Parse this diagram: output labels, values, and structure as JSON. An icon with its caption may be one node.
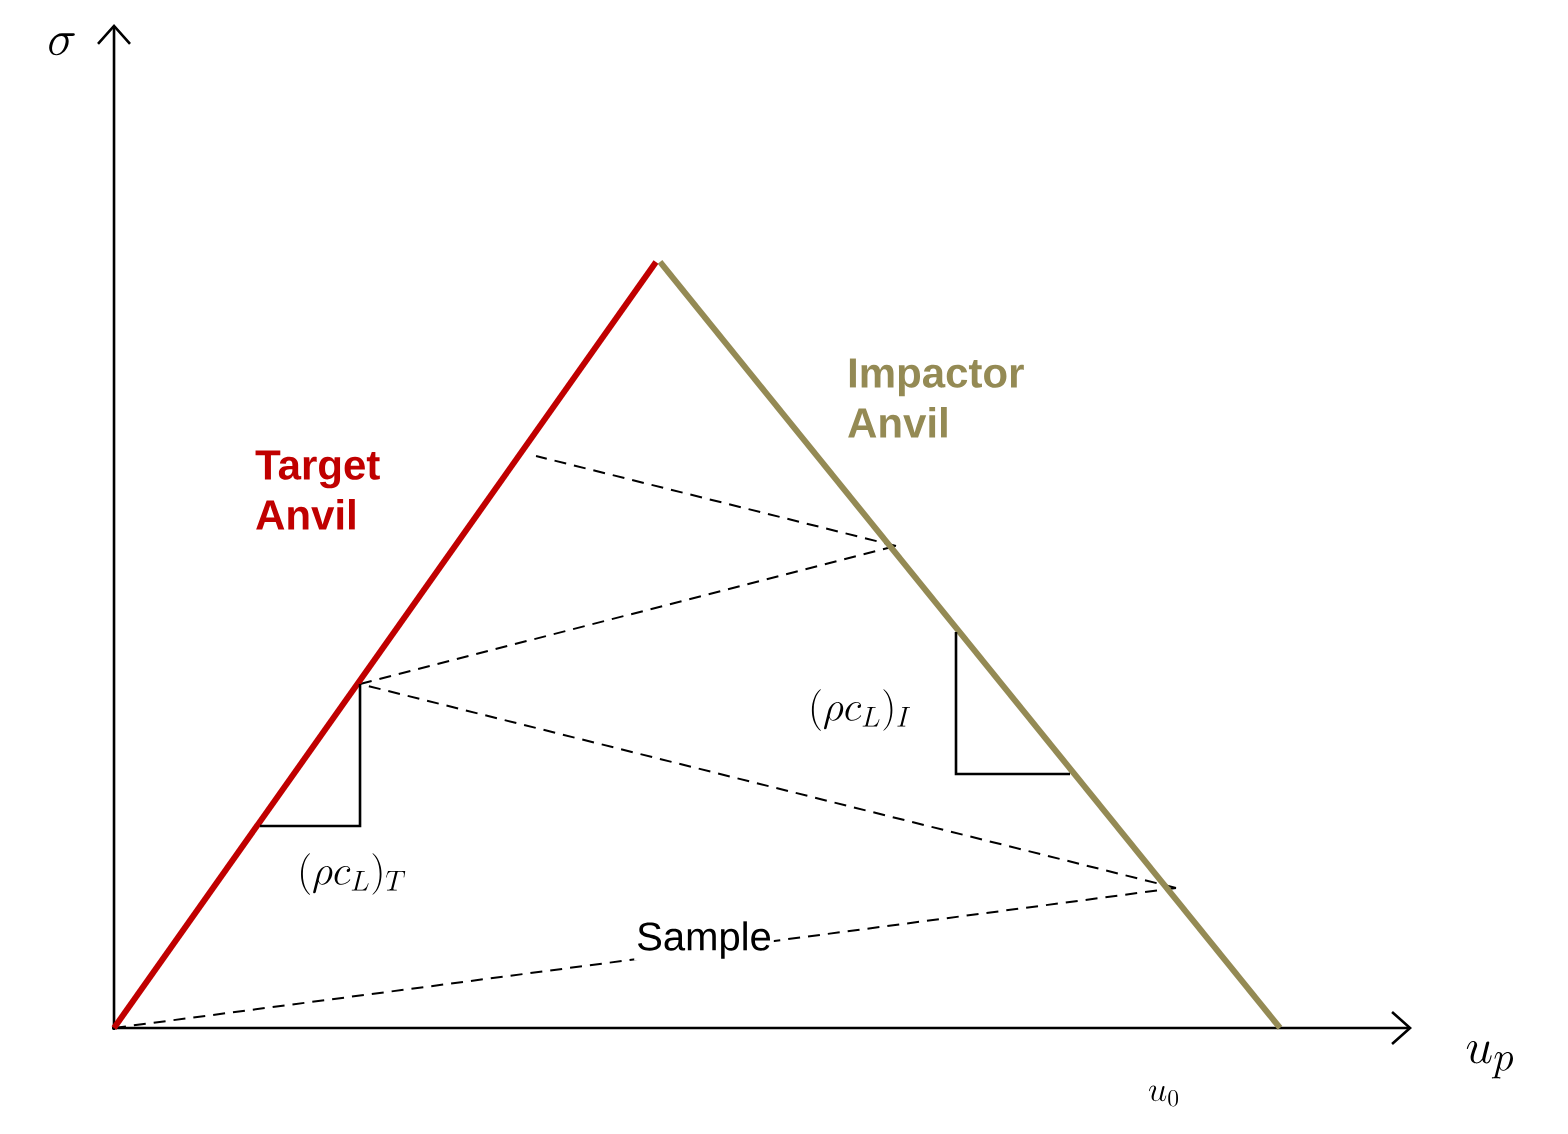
{
  "diagram": {
    "labels": [
      "\\sigma",
      "Impactor Anvil",
      "Target Anvil",
      "(\\rho c_L)_I",
      "(\\rho c_L)_T",
      "Sample",
      "u_p",
      "u_0"
    ]
  }
}
